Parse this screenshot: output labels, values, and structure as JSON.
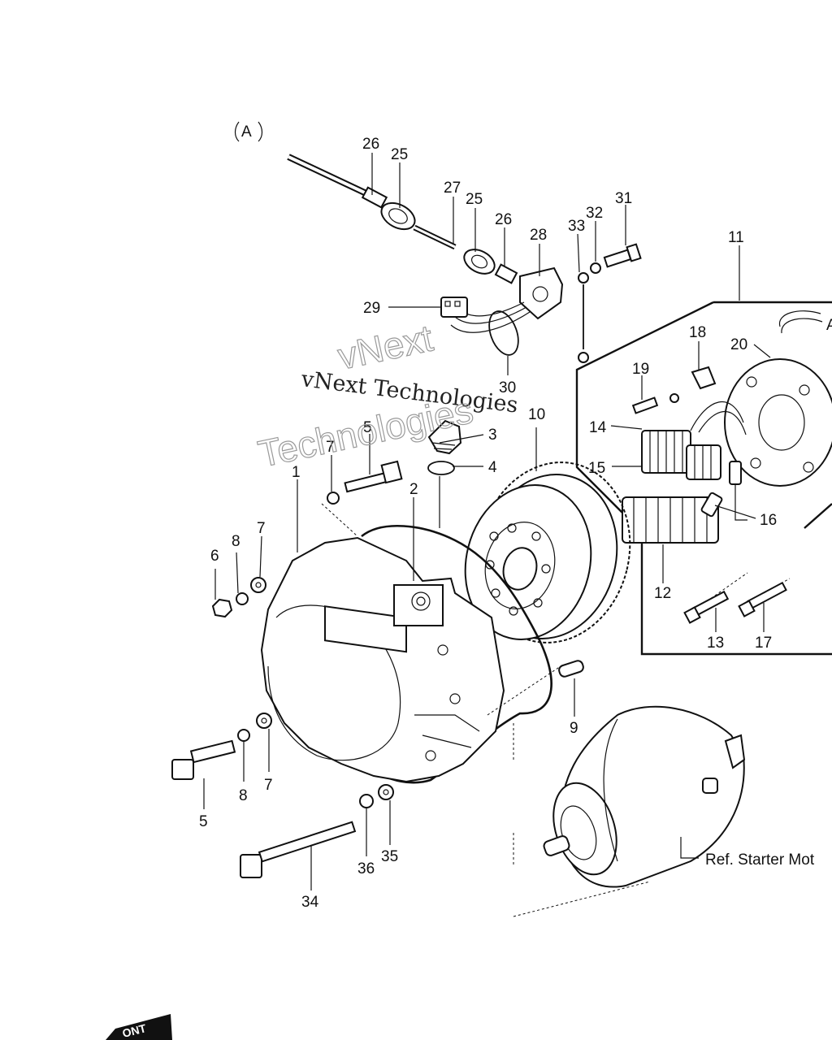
{
  "diagram": {
    "view_marker": "A",
    "view_marker_right": "A",
    "callouts": {
      "c1": "1",
      "c2": "2",
      "c3": "3",
      "c4": "4",
      "c5_top": "5",
      "c5_bottom": "5",
      "c6": "6",
      "c7_top": "7",
      "c7_left": "7",
      "c7_bottom": "7",
      "c8_left": "8",
      "c8_bottom": "8",
      "c9": "9",
      "c10": "10",
      "c11": "11",
      "c12": "12",
      "c13": "13",
      "c14": "14",
      "c15": "15",
      "c16": "16",
      "c17": "17",
      "c18": "18",
      "c19": "19",
      "c20": "20",
      "c25_a": "25",
      "c25_b": "25",
      "c26_a": "26",
      "c26_b": "26",
      "c27": "27",
      "c28": "28",
      "c29": "29",
      "c30": "30",
      "c31": "31",
      "c32": "32",
      "c33": "33",
      "c34": "34",
      "c35": "35",
      "c36": "36"
    },
    "reference_label": "Ref. Starter Mot",
    "front_mark": "ONT"
  },
  "watermark": {
    "line1": "vNext Technologies",
    "line2a": "vNext",
    "line2b": "Technologies"
  }
}
